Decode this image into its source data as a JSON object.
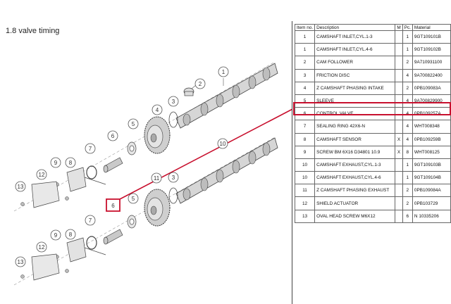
{
  "diagram_title": "1.8  valve timing",
  "table": {
    "headers": {
      "item": "Item no.",
      "description": "Description",
      "m": "M",
      "pc": "Pc.",
      "material": "Material"
    },
    "rows": [
      {
        "item": "1",
        "description": "CAMSHAFT INLET,CYL.1-3",
        "m": "",
        "pc": "1",
        "material": "9GT109101B"
      },
      {
        "item": "1",
        "description": "CAMSHAFT INLET,CYL.4-6",
        "m": "",
        "pc": "1",
        "material": "9GT109102B"
      },
      {
        "item": "2",
        "description": "CAM FOLLOWER",
        "m": "",
        "pc": "2",
        "material": "9A710931100"
      },
      {
        "item": "3",
        "description": "FRICTION DISC",
        "m": "",
        "pc": "4",
        "material": "9A700822400"
      },
      {
        "item": "4",
        "description": "Z CAMSHAFT PHASING INTAKE",
        "m": "",
        "pc": "2",
        "material": "0PB109083A"
      },
      {
        "item": "5",
        "description": "SLEEVE",
        "m": "",
        "pc": "4",
        "material": "9A700829900"
      },
      {
        "item": "6",
        "description": "CONTROL VALVE",
        "m": "",
        "pc": "4",
        "material": "0PB109257A"
      },
      {
        "item": "7",
        "description": "SEALING RING 42X6-N",
        "m": "",
        "pc": "4",
        "material": "WHT008348"
      },
      {
        "item": "8",
        "description": "CAMSHAFT SENSOR",
        "m": "X",
        "pc": "4",
        "material": "0PB109259B"
      },
      {
        "item": "9",
        "description": "SCREW BM 6X16 D34801 10.9",
        "m": "X",
        "pc": "8",
        "material": "WHT008125"
      },
      {
        "item": "10",
        "description": "CAMSHAFT EXHAUST,CYL.1-3",
        "m": "",
        "pc": "1",
        "material": "9GT109103B"
      },
      {
        "item": "10",
        "description": "CAMSHAFT EXHAUST,CYL.4-6",
        "m": "",
        "pc": "1",
        "material": "9GT109104B"
      },
      {
        "item": "11",
        "description": "Z CAMSHAFT PHASING EXHAUST",
        "m": "",
        "pc": "2",
        "material": "0PB109084A"
      },
      {
        "item": "12",
        "description": "SHIELD ACTUATOR",
        "m": "",
        "pc": "2",
        "material": "0PB103729"
      },
      {
        "item": "13",
        "description": "OVAL HEAD SCREW M6X12",
        "m": "",
        "pc": "6",
        "material": "N 10335206"
      }
    ]
  },
  "callouts": [
    "1",
    "2",
    "3",
    "4",
    "5",
    "6",
    "7",
    "8",
    "9",
    "10",
    "11",
    "12",
    "13"
  ],
  "highlight_label": "6",
  "highlight_color": "#c8102e",
  "line_color": "#333333"
}
